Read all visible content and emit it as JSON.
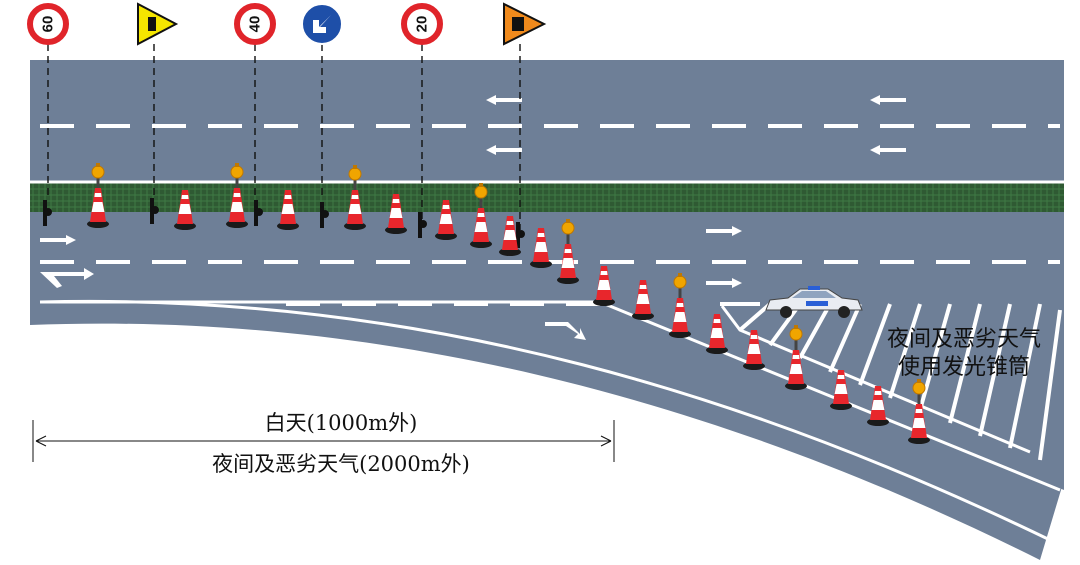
{
  "signs": [
    {
      "kind": "speed-limit",
      "value": "60"
    },
    {
      "kind": "warning-yellow",
      "value": ""
    },
    {
      "kind": "speed-limit",
      "value": "40"
    },
    {
      "kind": "keep-left",
      "value": ""
    },
    {
      "kind": "speed-limit",
      "value": "20"
    },
    {
      "kind": "warning-orange",
      "value": ""
    }
  ],
  "labels": {
    "night_cones_line1": "夜间及恶劣天气",
    "night_cones_line2": "使用发光锥筒",
    "distance_day": "白天(1000m外)",
    "distance_night": "夜间及恶劣天气(2000m外)"
  },
  "colors": {
    "road": "#6e7f97",
    "median": "#2f5a33",
    "cone": "#e8262c",
    "lamp": "#f0a500",
    "sign_red": "#e0242a",
    "sign_blue": "#1e4fa8",
    "sign_yellow": "#f5e600",
    "sign_orange": "#f08a1c"
  },
  "icons": [
    "speed-limit-sign-icon",
    "warning-sign-icon",
    "keep-left-sign-icon",
    "traffic-cone-icon",
    "warning-lamp-icon",
    "police-car-icon",
    "lane-arrow-icon"
  ]
}
